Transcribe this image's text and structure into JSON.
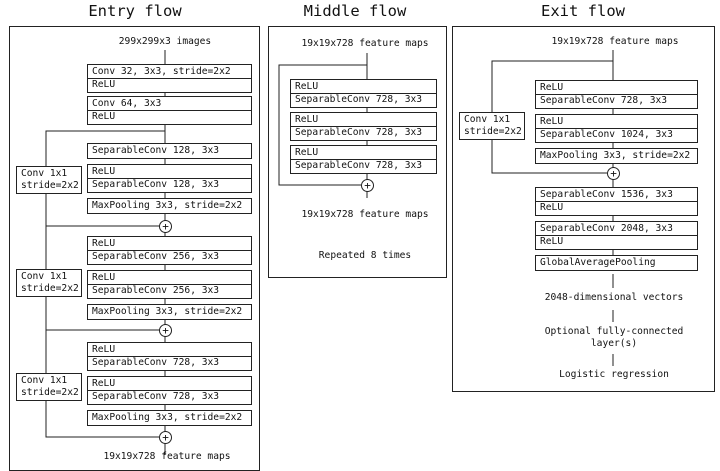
{
  "titles": {
    "entry": "Entry flow",
    "middle": "Middle flow",
    "exit": "Exit flow"
  },
  "entry": {
    "input": "299x299x3 images",
    "b1": [
      "Conv 32, 3x3, stride=2x2",
      "ReLU"
    ],
    "b2": [
      "Conv 64, 3x3",
      "ReLU"
    ],
    "s1": [
      "SeparableConv 128, 3x3",
      "ReLU",
      "SeparableConv 128, 3x3",
      "MaxPooling 3x3, stride=2x2"
    ],
    "s2": [
      "ReLU",
      "SeparableConv 256, 3x3",
      "ReLU",
      "SeparableConv 256, 3x3",
      "MaxPooling 3x3, stride=2x2"
    ],
    "s3": [
      "ReLU",
      "SeparableConv 728, 3x3",
      "ReLU",
      "SeparableConv 728, 3x3",
      "MaxPooling 3x3, stride=2x2"
    ],
    "shortcut": [
      "Conv 1x1",
      "stride=2x2"
    ],
    "output": "19x19x728 feature maps",
    "plus": "+"
  },
  "middle": {
    "input": "19x19x728 feature maps",
    "layers": [
      "ReLU",
      "SeparableConv 728, 3x3",
      "ReLU",
      "SeparableConv 728, 3x3",
      "ReLU",
      "SeparableConv 728, 3x3"
    ],
    "output": "19x19x728 feature maps",
    "repeat": "Repeated 8 times",
    "plus": "+"
  },
  "exit": {
    "input": "19x19x728 feature maps",
    "r1": [
      "ReLU",
      "SeparableConv 728, 3x3",
      "ReLU",
      "SeparableConv 1024, 3x3",
      "MaxPooling 3x3, stride=2x2"
    ],
    "shortcut": [
      "Conv 1x1",
      "stride=2x2"
    ],
    "r2": [
      "SeparableConv 1536, 3x3",
      "ReLU",
      "SeparableConv 2048, 3x3",
      "ReLU",
      "GlobalAveragePooling"
    ],
    "vectors": "2048-dimensional vectors",
    "fc": [
      "Optional fully-connected",
      "layer(s)"
    ],
    "logistic": "Logistic regression",
    "plus": "+"
  }
}
